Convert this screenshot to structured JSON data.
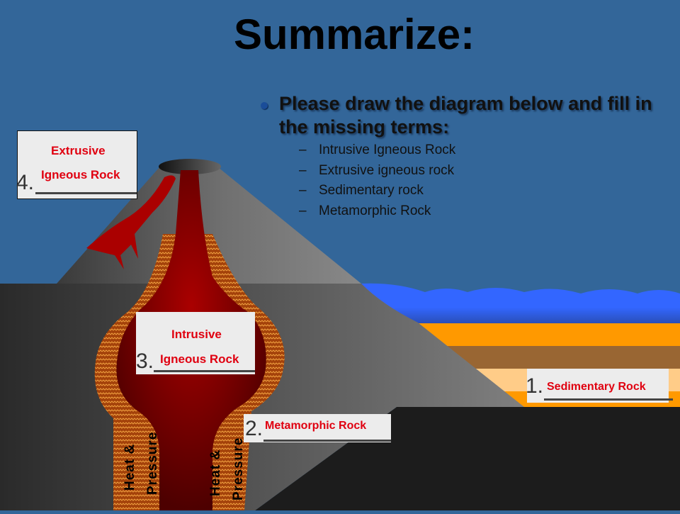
{
  "slide": {
    "title": "Summarize:",
    "instruction": "Please draw the diagram below and fill in the missing terms:",
    "terms": [
      "Intrusive Igneous Rock",
      "Extrusive igneous rock",
      "Sedimentary rock",
      "Metamorphic Rock"
    ],
    "dash": "–"
  },
  "diagram": {
    "labels": [
      {
        "number": "1.",
        "answer": "Sedimentary Rock"
      },
      {
        "number": "2.",
        "answer": "Metamorphic Rock"
      },
      {
        "number": "3.",
        "answer_line1": "Intrusive",
        "answer_line2": "Igneous Rock"
      },
      {
        "number": "4.",
        "answer_line1": "Extrusive",
        "answer_line2": "Igneous Rock"
      }
    ],
    "side_labels": {
      "left_heat": "Heat &",
      "left_pressure": "Pressure",
      "right_heat": "Heat &",
      "right_pressure": "Pressure"
    },
    "colors": {
      "sky": "#336699",
      "water": "#3366ff",
      "layer_orange": "#ff9900",
      "layer_brown": "#996633",
      "layer_light": "#ffcc88",
      "bedrock": "#1c1c1c",
      "magma": "#990000",
      "answer_text": "#e00010"
    }
  }
}
